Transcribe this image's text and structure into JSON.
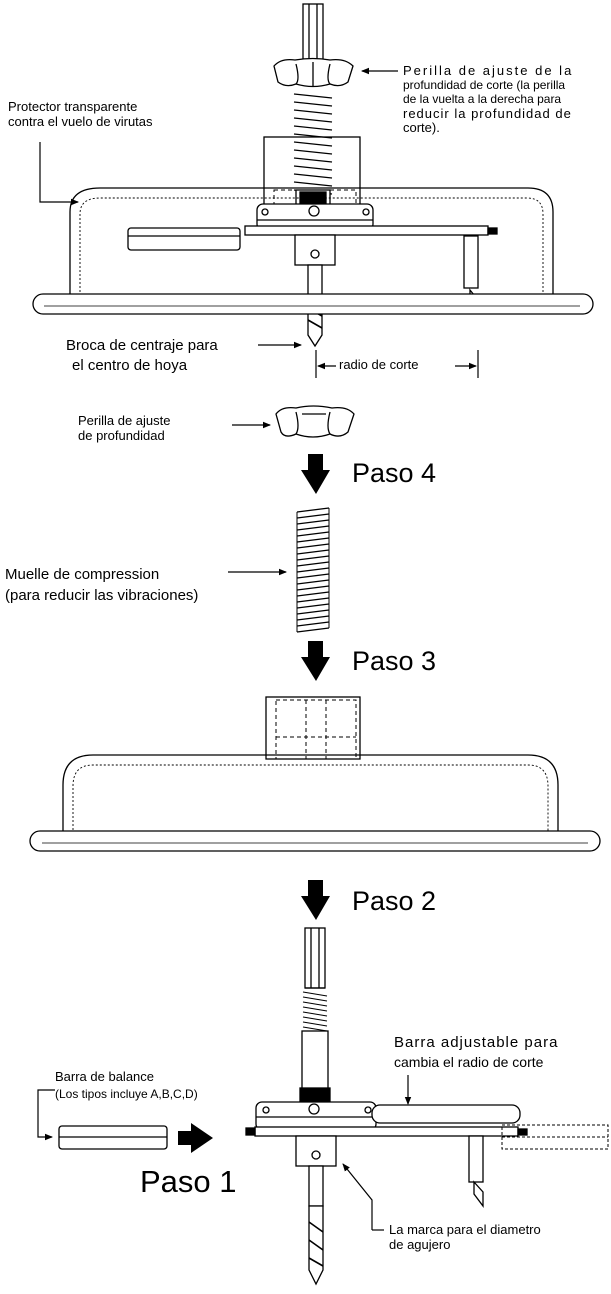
{
  "labels": {
    "knob_top_1": "Perilla de ajuste de la",
    "knob_top_2": "profundidad de corte (la perilla",
    "knob_top_3": "de la vuelta a la derecha para",
    "knob_top_4": "reducir la profundidad de",
    "knob_top_5": "corte).",
    "protector_1": "Protector transparente",
    "protector_2": "contra el vuelo de virutas",
    "center_bit_1": "Broca de centraje para",
    "center_bit_2": "el centro de hoya",
    "radius": "radio de corte",
    "depth_knob_1": "Perilla de ajuste",
    "depth_knob_2": "de profundidad",
    "spring_1": "Muelle de compression",
    "spring_2": "(para reducir las vibraciones)",
    "adj_bar_1": "Barra adjustable para",
    "adj_bar_2": "cambia el radio de corte",
    "balance_1": "Barra de balance",
    "balance_2": "(Los tipos incluye A,B,C,D)",
    "mark_1": "La marca para el diametro",
    "mark_2": "de agujero"
  },
  "steps": {
    "s4": "Paso 4",
    "s3": "Paso 3",
    "s2": "Paso 2",
    "s1": "Paso 1"
  }
}
